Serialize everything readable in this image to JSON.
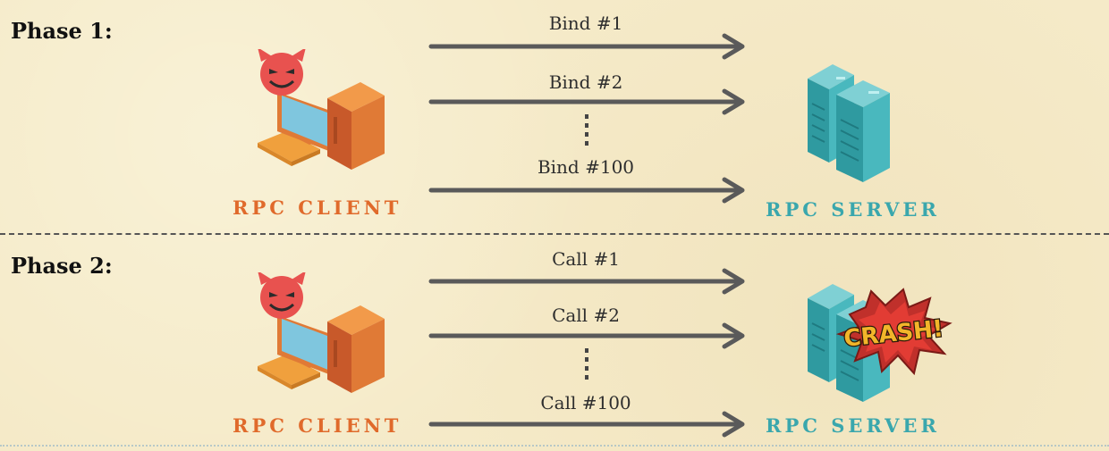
{
  "phase1": {
    "title": "Phase 1:",
    "messages": [
      "Bind #1",
      "Bind #2",
      "Bind #100"
    ],
    "client_label": "RPC CLIENT",
    "server_label": "RPC SERVER"
  },
  "phase2": {
    "title": "Phase 2:",
    "messages": [
      "Call #1",
      "Call #2",
      "Call #100"
    ],
    "client_label": "RPC CLIENT",
    "server_label": "RPC SERVER",
    "crash_text": "CRASH!"
  },
  "colors": {
    "background": "#f5eac8",
    "arrow": "#5a5a5a",
    "client_accent": "#e06a2b",
    "server_accent": "#3aa7ad",
    "devil": "#e8524f"
  },
  "icons": {
    "client": "devil-computer-icon",
    "server": "server-rack-icon",
    "crash": "crash-burst-icon"
  }
}
